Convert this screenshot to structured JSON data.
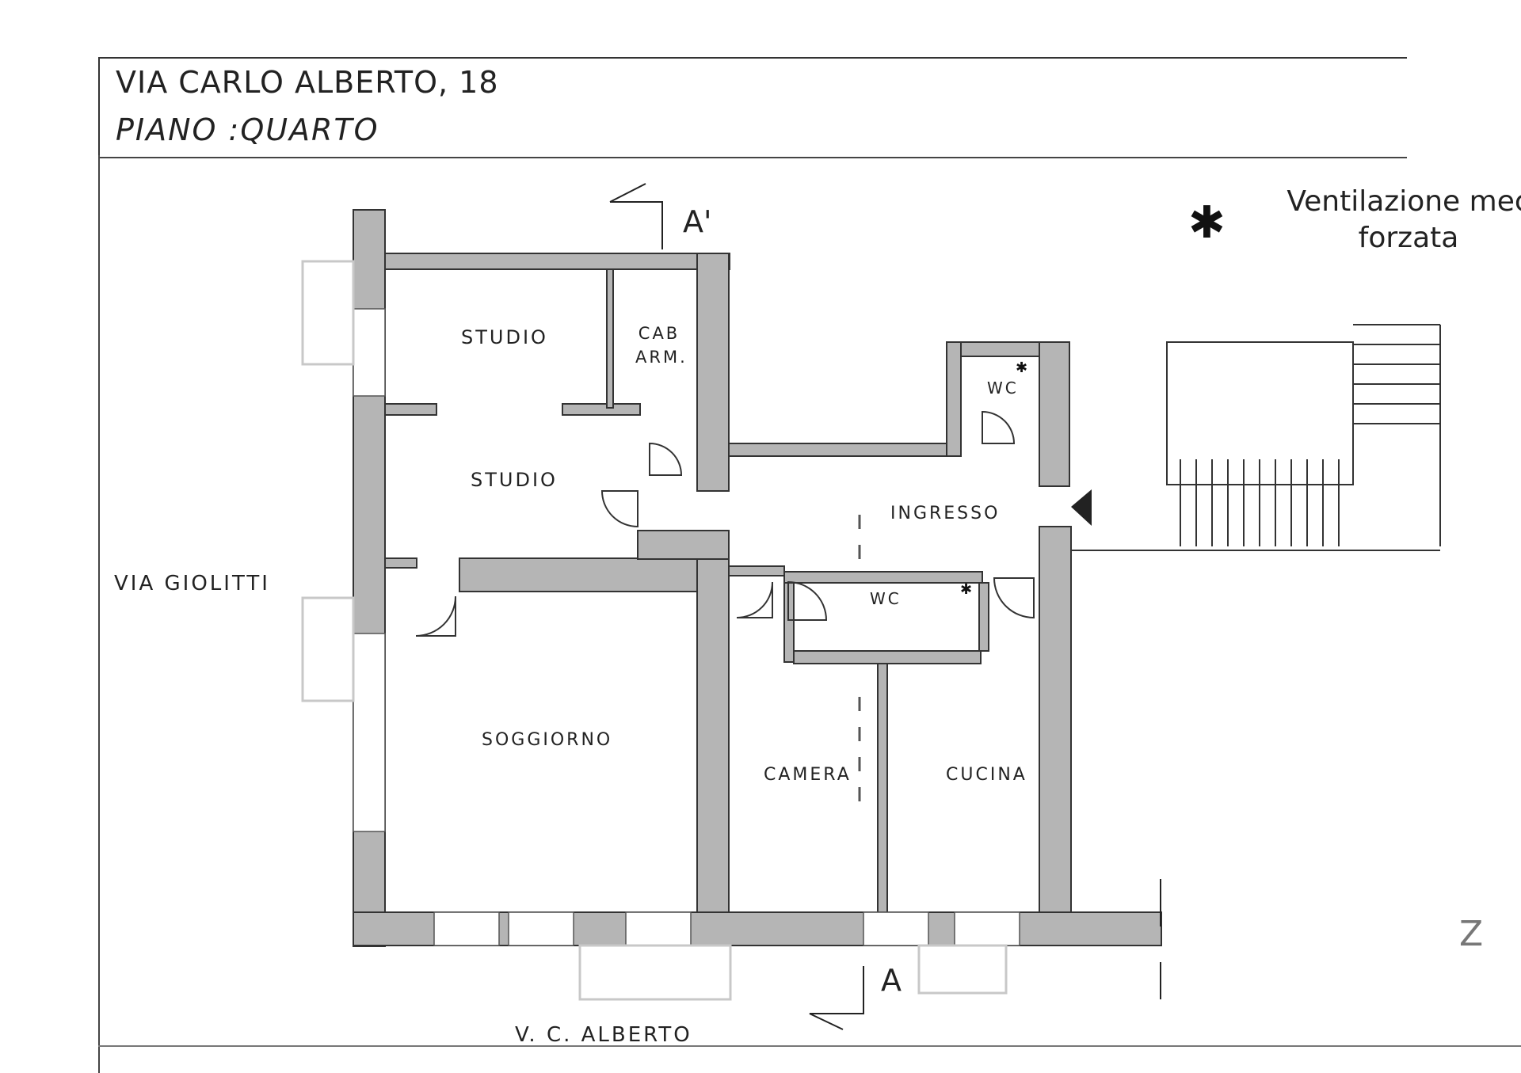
{
  "title": {
    "address": "VIA CARLO ALBERTO, 18",
    "floor": "PIANO :QUARTO"
  },
  "legend": {
    "icon": "asterisk-fan-icon",
    "text": "Ventilazione mec\nforzata"
  },
  "streets": {
    "left": "VIA GIOLITTI",
    "bottom": "V. C. ALBERTO"
  },
  "section_marks": {
    "top": "A'",
    "bottom": "A"
  },
  "rooms": [
    {
      "id": "studio-1",
      "label": "STUDIO"
    },
    {
      "id": "cab-arm",
      "label": "CAB ARM."
    },
    {
      "id": "studio-2",
      "label": "STUDIO"
    },
    {
      "id": "wc-1",
      "label": "WC"
    },
    {
      "id": "ingresso",
      "label": "INGRESSO"
    },
    {
      "id": "wc-2",
      "label": "WC"
    },
    {
      "id": "soggiorno",
      "label": "SOGGIORNO"
    },
    {
      "id": "camera",
      "label": "CAMERA"
    },
    {
      "id": "cucina",
      "label": "CUCINA"
    }
  ],
  "margin_mark": "Z"
}
